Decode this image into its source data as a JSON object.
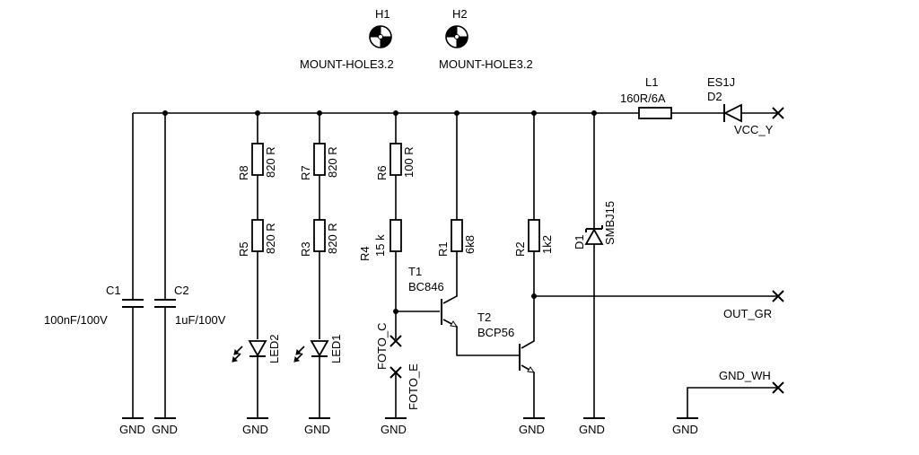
{
  "mount_holes": [
    {
      "ref": "H1",
      "value": "MOUNT-HOLE3.2"
    },
    {
      "ref": "H2",
      "value": "MOUNT-HOLE3.2"
    }
  ],
  "inductor": {
    "ref": "L1",
    "value": "160R/6A"
  },
  "diode_d2": {
    "ref": "D2",
    "value": "ES1J"
  },
  "diode_d1": {
    "ref": "D1",
    "value": "SMBJ15"
  },
  "capacitors": [
    {
      "ref": "C1",
      "value": "100nF/100V"
    },
    {
      "ref": "C2",
      "value": "1uF/100V"
    }
  ],
  "resistors": {
    "R8": {
      "ref": "R8",
      "value": "820 R"
    },
    "R5": {
      "ref": "R5",
      "value": "820 R"
    },
    "R7": {
      "ref": "R7",
      "value": "820 R"
    },
    "R3": {
      "ref": "R3",
      "value": "820 R"
    },
    "R6": {
      "ref": "R6",
      "value": "100 R"
    },
    "R4": {
      "ref": "R4",
      "value": "15 k"
    },
    "R1": {
      "ref": "R1",
      "value": "6k8"
    },
    "R2": {
      "ref": "R2",
      "value": "1k2"
    }
  },
  "leds": [
    {
      "ref": "LED2"
    },
    {
      "ref": "LED1"
    }
  ],
  "transistors": [
    {
      "ref": "T1",
      "value": "BC846"
    },
    {
      "ref": "T2",
      "value": "BCP56"
    }
  ],
  "nets": {
    "vcc": "VCC_Y",
    "out": "OUT_GR",
    "gnd_wh": "GND_WH",
    "foto_c": "FOTO_C",
    "foto_e": "FOTO_E",
    "gnd": "GND"
  }
}
